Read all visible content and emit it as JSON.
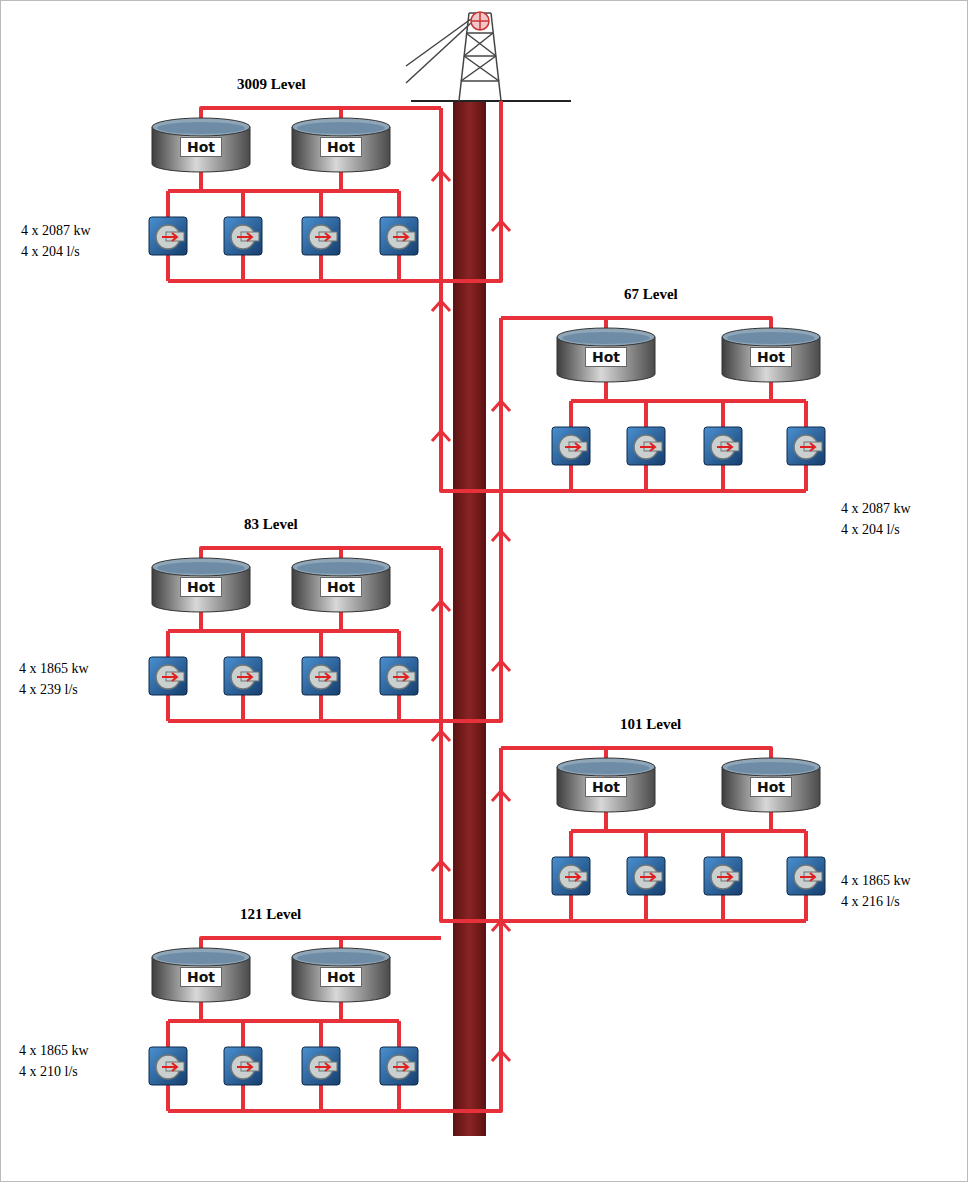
{
  "diagram": {
    "nodes": [
      {
        "text": [
          "Hot"
        ]
      },
      {
        "text": [
          "Hot"
        ]
      },
      {
        "text": [
          "Hot"
        ]
      },
      {
        "text": [
          "Hot"
        ]
      },
      {
        "text": [
          "Hot"
        ]
      },
      {
        "text": [
          "Hot"
        ]
      },
      {
        "text": [
          "Hot"
        ]
      },
      {
        "text": [
          "Hot"
        ]
      },
      {
        "text": [
          "Hot"
        ]
      },
      {
        "text": [
          "Hot"
        ]
      }
    ],
    "labels": [
      "3009 Level",
      "4 x 2087 kw",
      "4 x 204 l/s",
      "67 Level",
      "4 x 2087 kw",
      "4 x 204 l/s",
      "83 Level",
      "4 x 1865 kw",
      "4 x 239 l/s",
      "101 Level",
      "4 x 1865 kw",
      "4 x 216 l/s",
      "121 Level",
      "4 x 1865 kw",
      "4 x 210 l/s"
    ]
  }
}
